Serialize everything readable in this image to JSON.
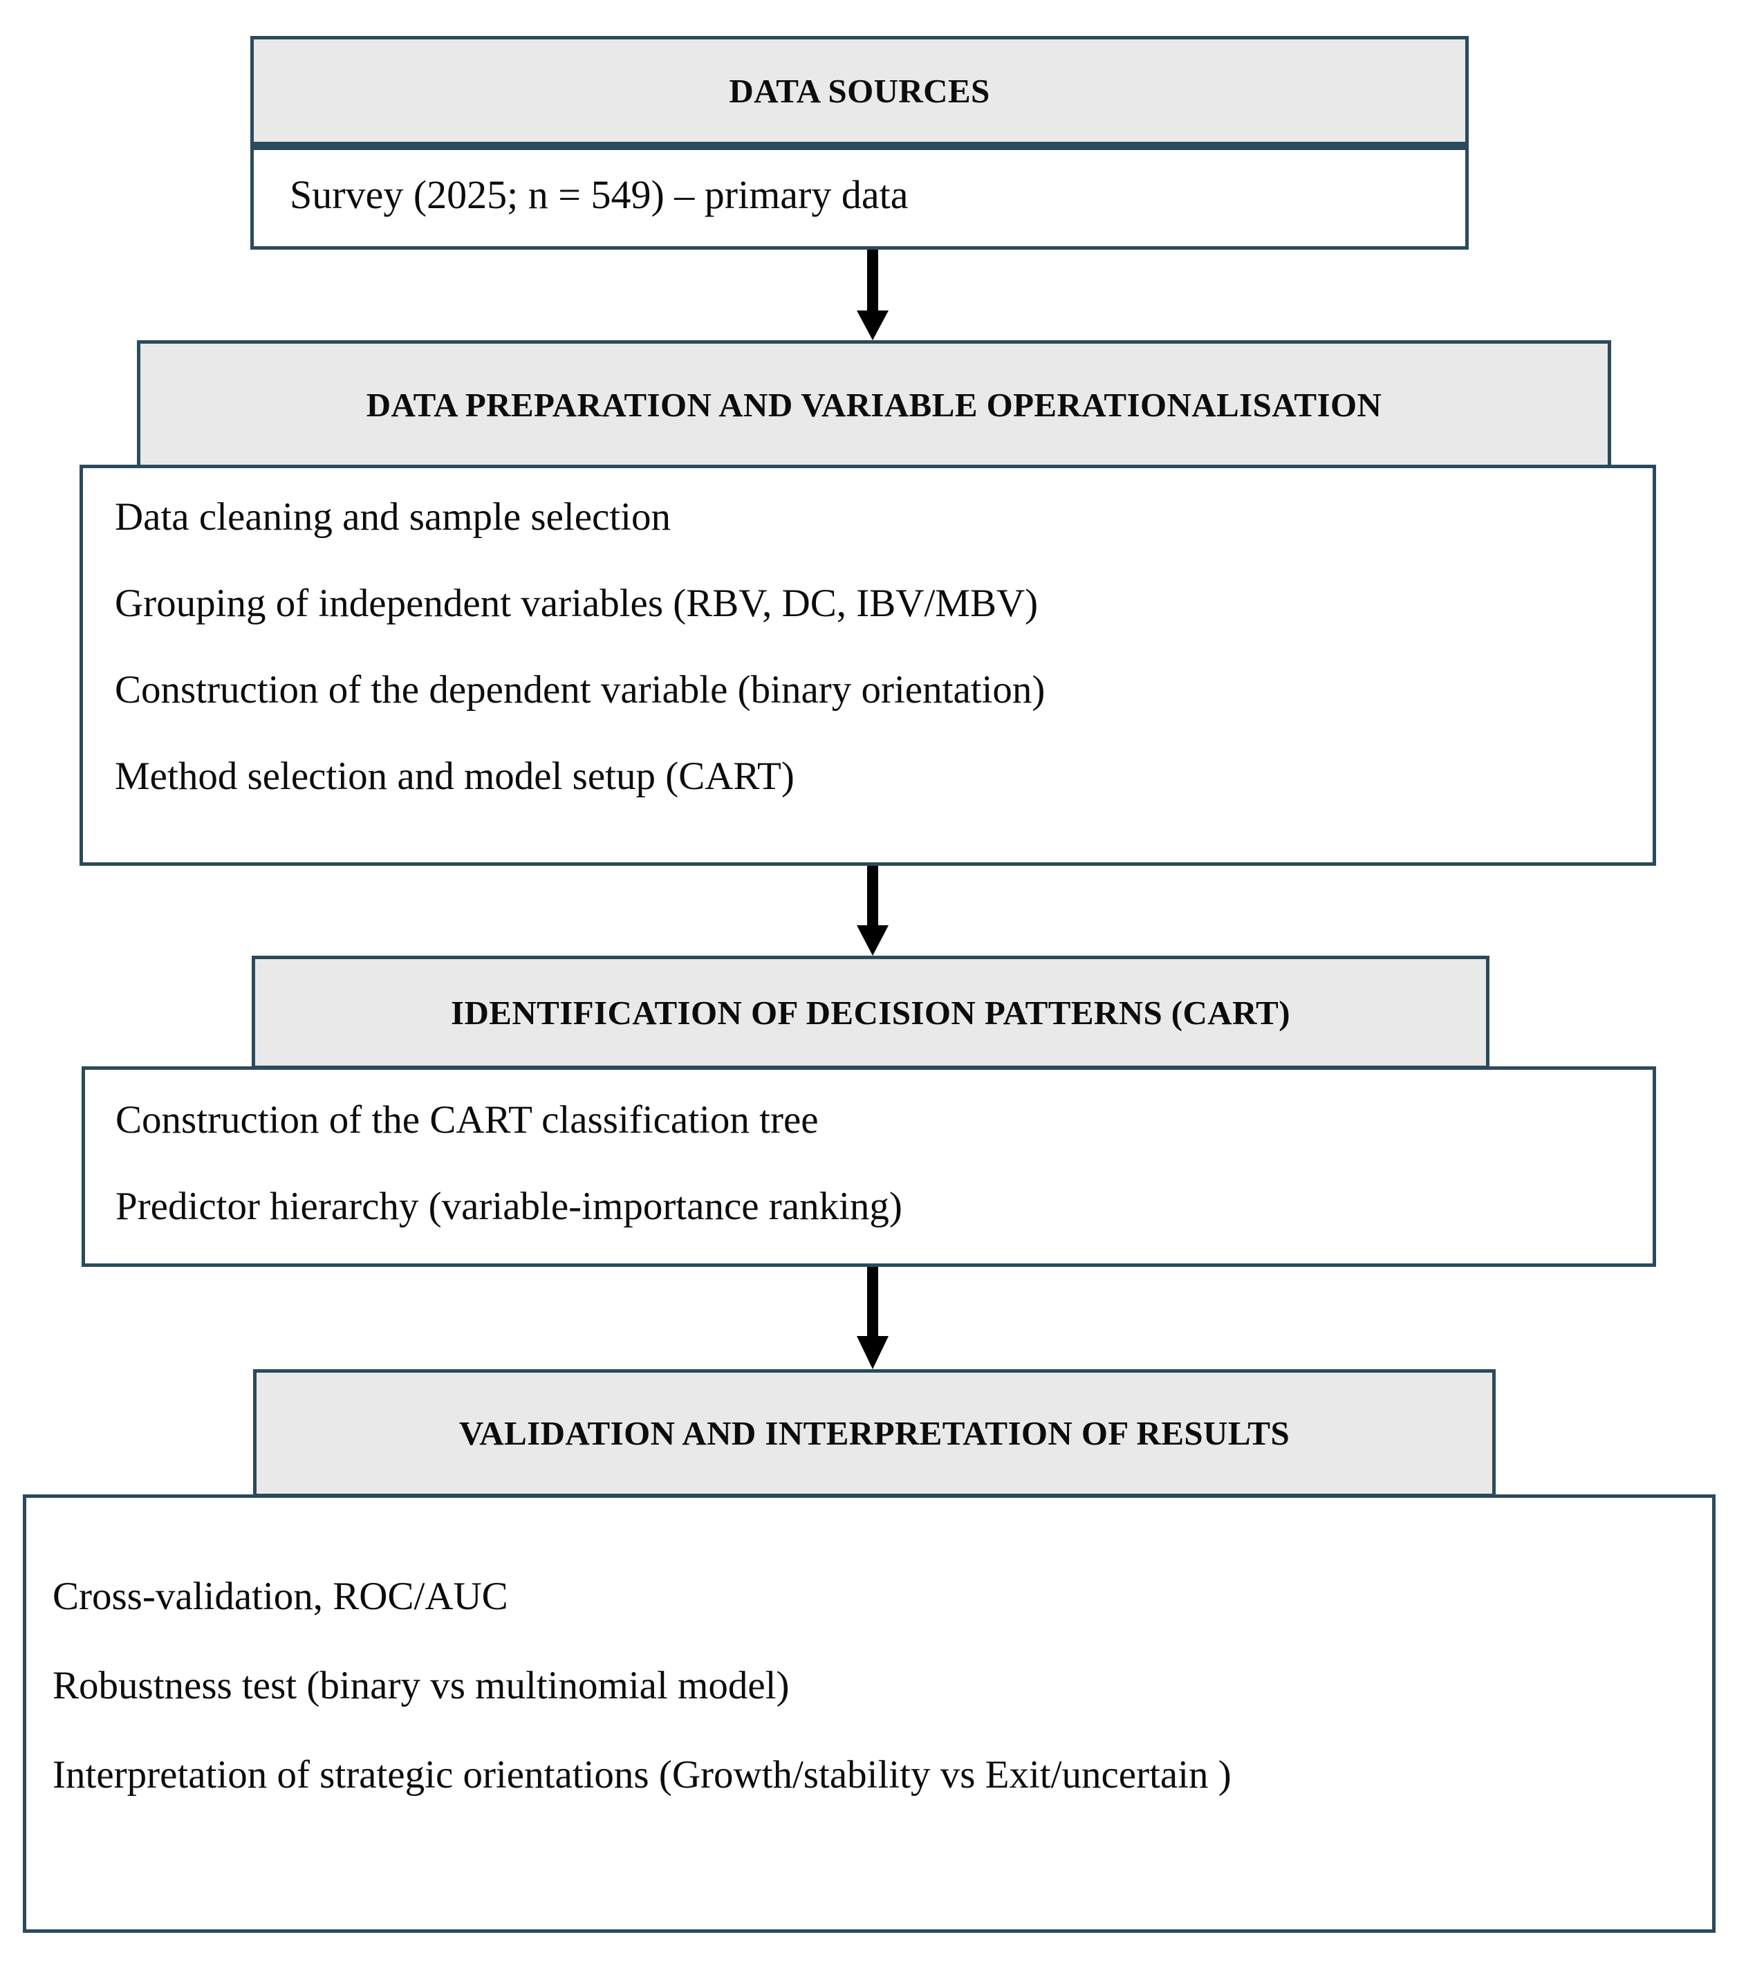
{
  "diagram": {
    "title": "Research methodology flowchart",
    "accent_border_color": "#2b4a5c",
    "header_fill_color": "#e9e9e9",
    "body_fill_color": "#ffffff",
    "arrow_color": "#000000",
    "stages": [
      {
        "header": "DATA SOURCES",
        "items": [
          "Survey (2025; n = 549) – primary data"
        ]
      },
      {
        "header": "DATA PREPARATION AND VARIABLE OPERATIONALISATION",
        "items": [
          "Data cleaning and sample selection",
          "Grouping of independent variables (RBV, DC, IBV/MBV)",
          "Construction of the dependent variable (binary orientation)",
          "Method selection and model setup (CART)"
        ]
      },
      {
        "header": "IDENTIFICATION OF DECISION PATTERNS (CART)",
        "items": [
          "Construction of the CART classification tree",
          "Predictor hierarchy (variable-importance ranking)"
        ]
      },
      {
        "header": "VALIDATION AND INTERPRETATION OF RESULTS",
        "items": [
          "Cross-validation, ROC/AUC",
          "Robustness test (binary vs multinomial model)",
          "Interpretation of strategic orientations (Growth/stability vs Exit/uncertain )"
        ]
      }
    ],
    "connectors": [
      {
        "name": "arrow-stage1-to-stage2"
      },
      {
        "name": "arrow-stage2-to-stage3"
      },
      {
        "name": "arrow-stage3-to-stage4"
      }
    ]
  }
}
